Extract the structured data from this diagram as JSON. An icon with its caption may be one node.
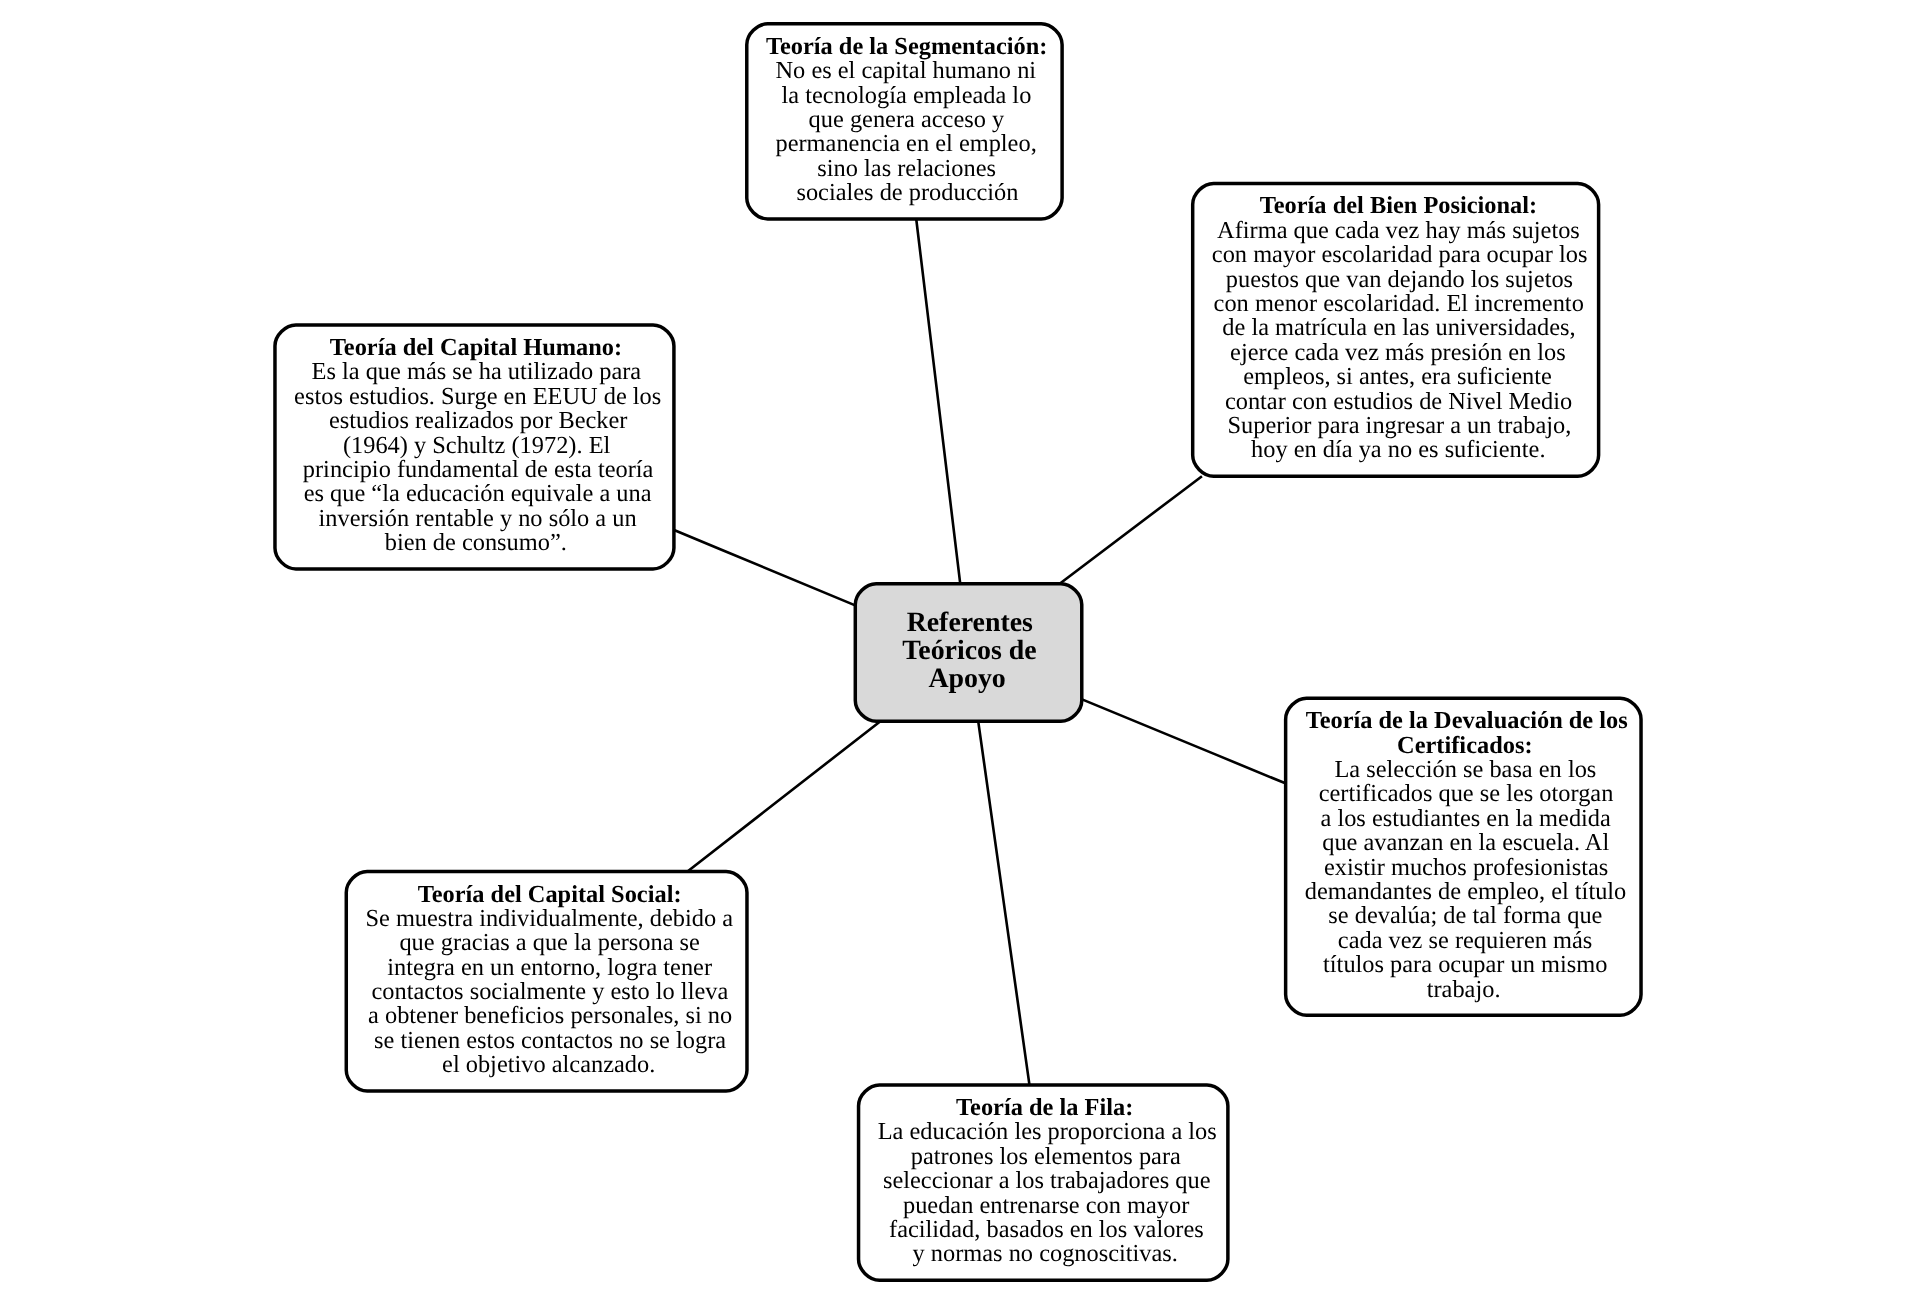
{
  "diagram": {
    "nodes": [
      {
        "text": [
          "Teoría del Capital Humano:",
          "Es la que más se ha utilizado para estos estudios. Surge en EEUU de los estudios realizados por Becker (1964) y Schultz (1972). El principio fundamental de esta teoría es que “la educación equivale a una inversión rentable y no sólo a un bien de consumo”."
        ]
      },
      {
        "text": [
          "Teoría de la Devaluación de los Certificados:",
          "La selección se basa en los certificados que se les otorgan a los estudiantes en la medida que avanzan en la escuela. Al existir muchos profesionistas demandantes de empleo, el título se devalúa; de tal forma que cada vez se requieren más títulos para ocupar un mismo trabajo."
        ]
      },
      {
        "text": [
          "Teoría de la Fila:",
          "La educación les proporciona a los patrones los elementos para seleccionar a los trabajadores que puedan entrenarse con mayor facilidad, basados en los valores y normas no cognoscitivas."
        ]
      },
      {
        "text": [
          "Referentes Teóricos de Apoyo"
        ]
      },
      {
        "text": [
          "Teoría del Bien Posicional:",
          "Afirma que cada vez hay más sujetos con mayor escolaridad para ocupar los puestos que van dejando los sujetos con menor escolaridad. El incremento de la matrícula en las universidades, ejerce cada vez más presión en los empleos, si antes, era suficiente contar con estudios de Nivel Medio Superior para ingresar a un trabajo, hoy en día ya no es suficiente."
        ]
      },
      {
        "text": [
          "Teoría de la Segmentación:",
          "No es el capital humano ni la tecnología empleada lo que genera acceso y permanencia en el empleo, sino las relaciones sociales de producción"
        ]
      },
      {
        "text": [
          "Teoría del Capital Social:",
          "Se muestra individualmente, debido a que gracias a que la persona se integra en un entorno, logra tener contactos socialmente y esto lo lleva a obtener beneficios personales, si no se tienen estos contactos no se logra el objetivo alcanzado."
        ]
      }
    ],
    "edges": [
      {
        "from": 3,
        "to": 0,
        "arrow": "none"
      },
      {
        "from": 3,
        "to": 1,
        "arrow": "none"
      },
      {
        "from": 3,
        "to": 2,
        "arrow": "none"
      },
      {
        "from": 3,
        "to": 4,
        "arrow": "none"
      },
      {
        "from": 3,
        "to": 5,
        "arrow": "none"
      },
      {
        "from": 3,
        "to": 6,
        "arrow": "none"
      }
    ]
  }
}
